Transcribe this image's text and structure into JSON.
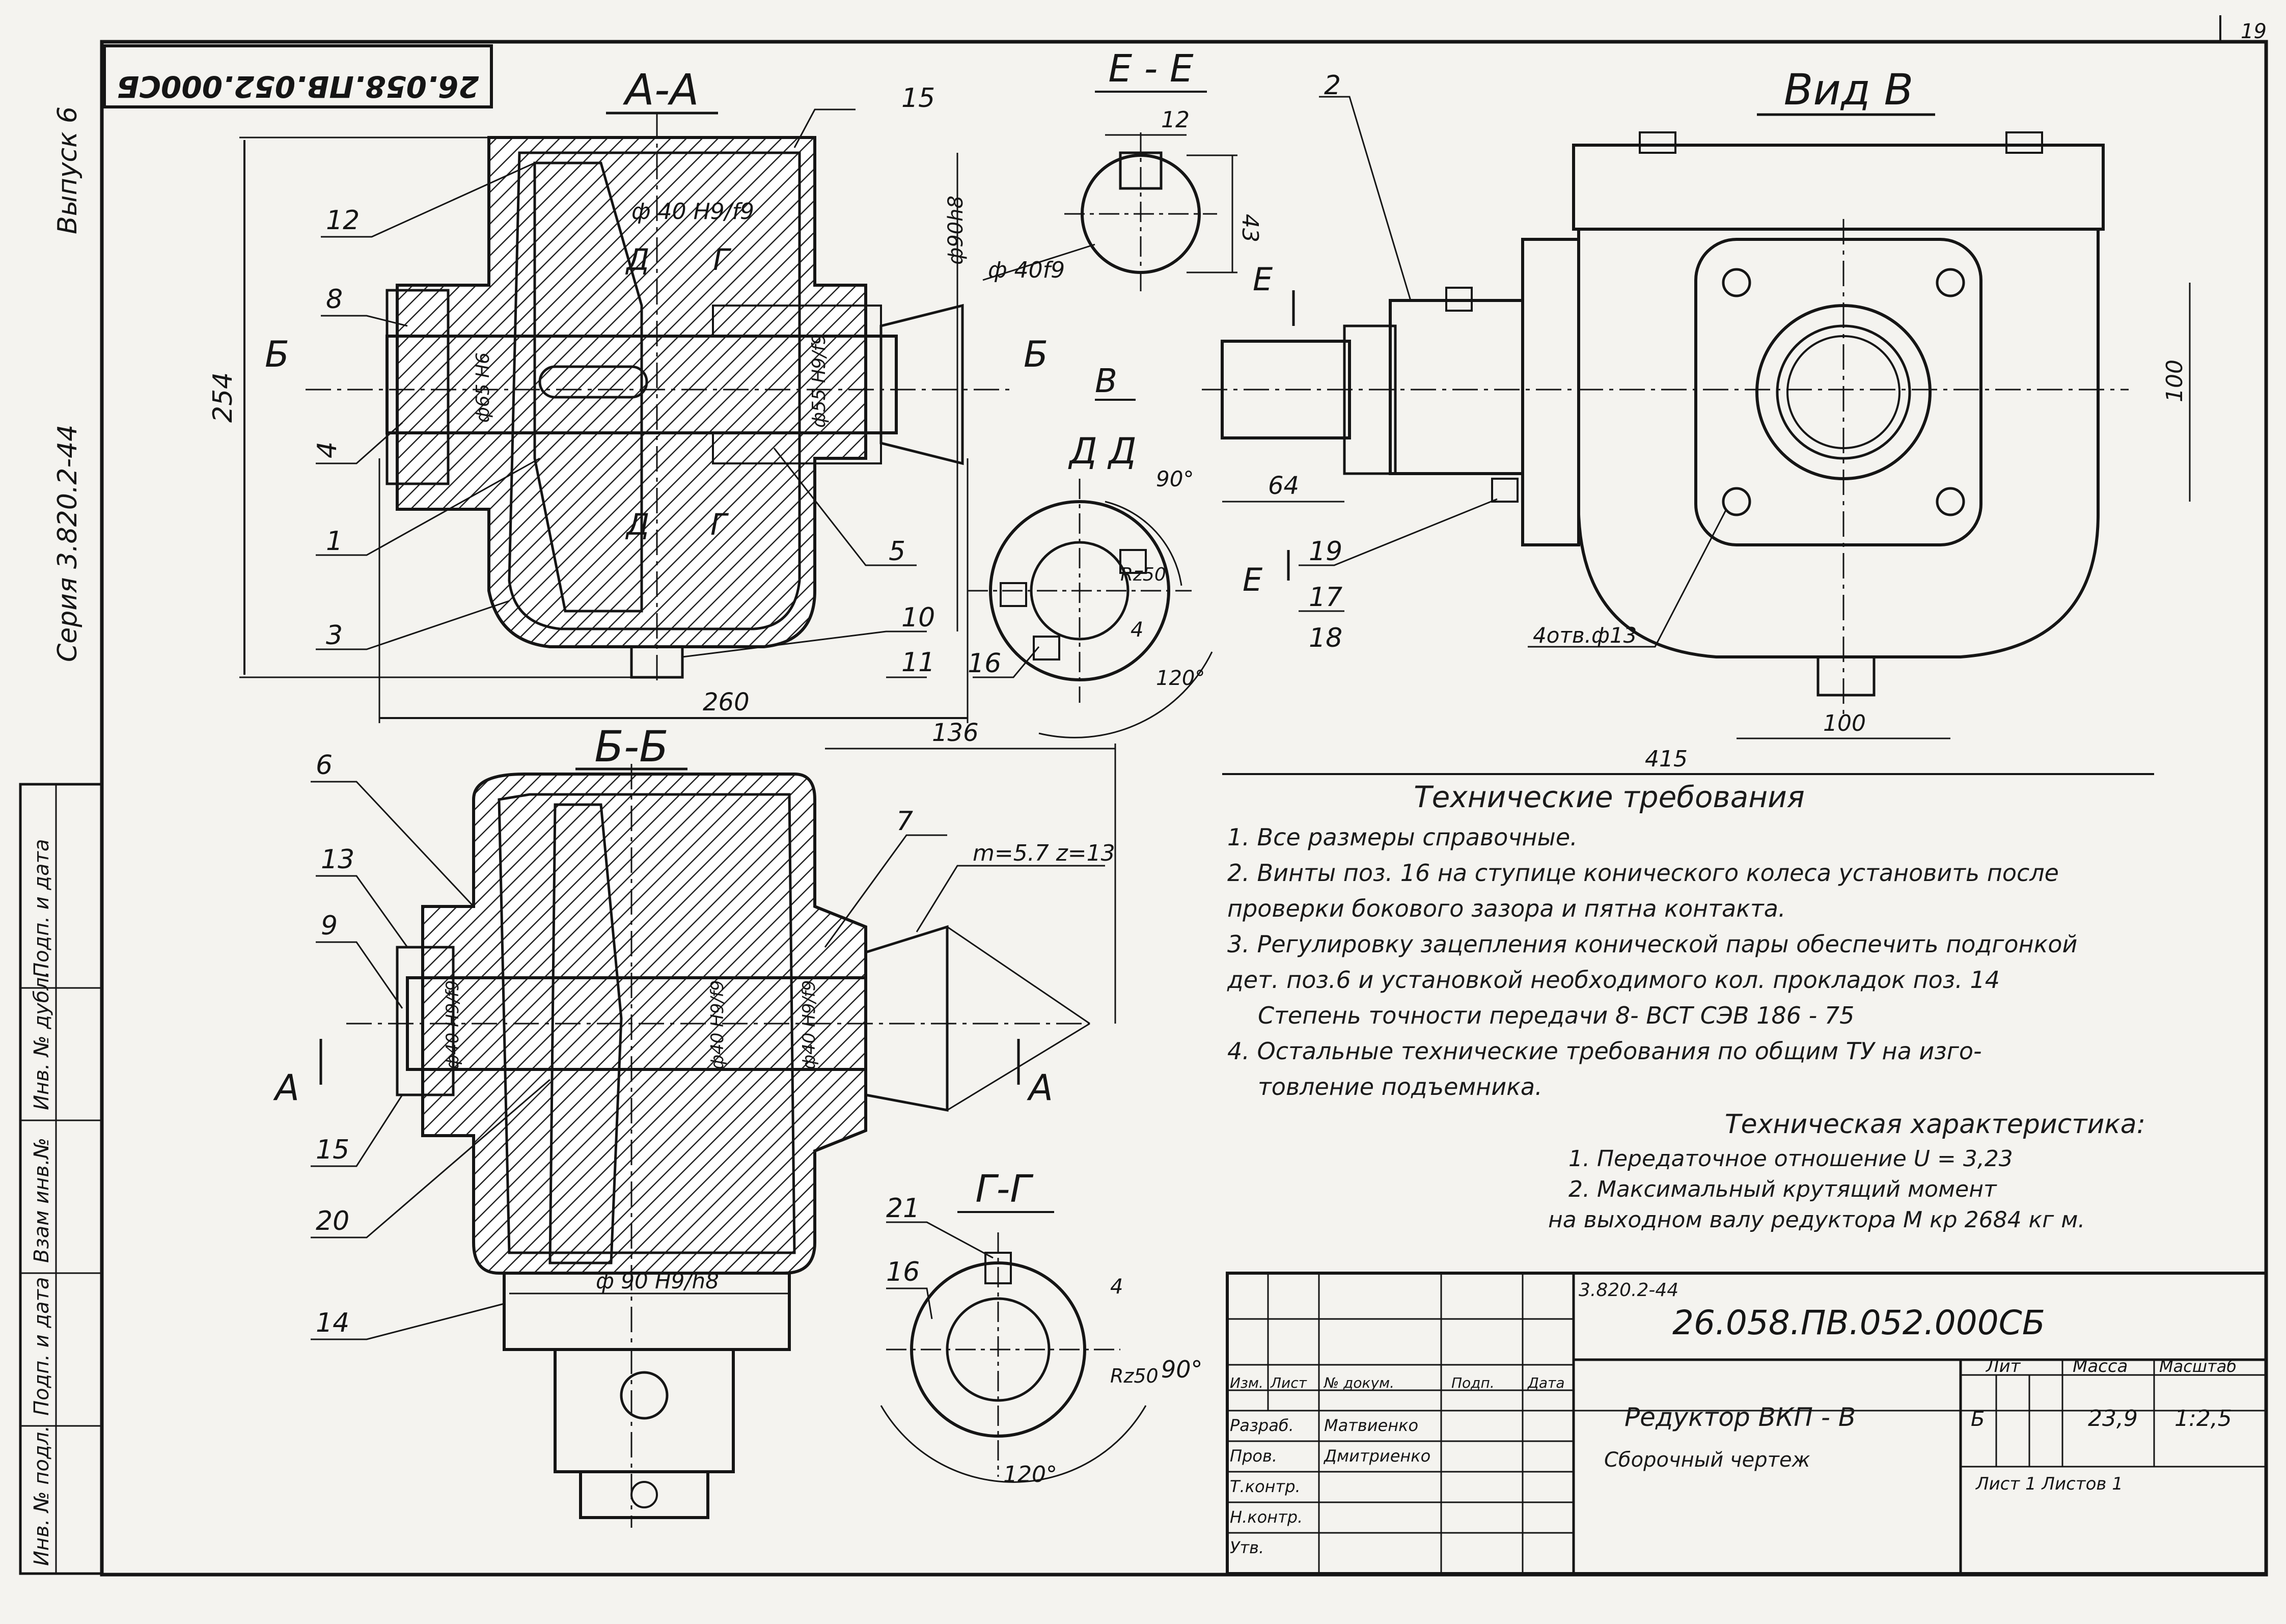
{
  "sheet_number": "19",
  "drawing_code": "26.058.ПВ.052.000СБ",
  "left_margin": {
    "vypusk": "Выпуск 6",
    "seriya": "Серия 3.820.2-44",
    "stamp_cells": [
      "Взам инв.№",
      "Инв. № дубл.",
      "Подп. и дата",
      "Подп. и дата",
      "Инв. № подл."
    ]
  },
  "views": {
    "aa": {
      "title": "А-А",
      "dims": [
        "254",
        "260",
        "ф 40 H9/f9",
        "ф90h8",
        "ф65 H6",
        "ф55 H9/f9"
      ],
      "section_marks": [
        "Б",
        "Б",
        "Д",
        "Д",
        "Г",
        "Г"
      ],
      "leaders": [
        "15",
        "12",
        "8",
        "4",
        "1",
        "3",
        "5",
        "10",
        "11"
      ]
    },
    "ee": {
      "title": "Е - Е",
      "dims": [
        "12",
        "43",
        "ф 40f9"
      ]
    },
    "dd": {
      "title": "Д Д",
      "dims": [
        "90°",
        "Rz50",
        "4",
        "120°"
      ],
      "leader": "16"
    },
    "vid_v": {
      "title": "Вид В",
      "label_v": "В",
      "label_e": [
        "Е",
        "Е"
      ],
      "leader": "2",
      "dims": [
        "64",
        "100",
        "100",
        "415",
        "4отв.ф13"
      ],
      "leaders": [
        "19",
        "17",
        "18"
      ]
    },
    "bb": {
      "title": "Б-Б",
      "dims": [
        "136",
        "m=5.7 z=13",
        "ф 90 H9/h8",
        "ф40 H9/f9",
        "ф40 H9/f9",
        "ф40 H9/f9"
      ],
      "cut_marks": [
        "А",
        "А"
      ],
      "leaders": [
        "6",
        "13",
        "9",
        "15",
        "20",
        "14",
        "7"
      ]
    },
    "gg": {
      "title": "Г-Г",
      "dims": [
        "4",
        "Rz50",
        "90°",
        "120°"
      ],
      "leaders": [
        "21",
        "16"
      ]
    }
  },
  "tech_requirements": {
    "title": "Технические требования",
    "lines": [
      "1.  Все размеры  справочные.",
      "2.  Винты поз. 16 на ступице конического колеса установить после",
      "проверки бокового зазора и пятна контакта.",
      "3.  Регулировку зацепления конической пары обеспечить подгонкой",
      "дет. поз.6 и установкой необходимого  кол. прокладок поз. 14",
      "Степень точности передачи 8- ВСТ СЭВ 186 - 75",
      "4.  Остальные технические требования по общим  ТУ  на  изго-",
      "товление подъемника."
    ]
  },
  "tech_characteristics": {
    "title": "Техническая характеристика:",
    "lines": [
      "1.  Передаточное отношение U = 3,23",
      "2.  Максимальный крутящий момент",
      "на выходном валу редуктора М кр 2684 кг м."
    ]
  },
  "title_block": {
    "series_ref": "3.820.2-44",
    "code": "26.058.ПВ.052.000СБ",
    "name_line1": "Редуктор  ВКП - В",
    "name_line2": "Сборочный  чертеж",
    "col_headers": [
      "Лит",
      "Масса",
      "Масштаб"
    ],
    "mass": "23,9",
    "scale": "1:2,5",
    "letter": "Б",
    "left_headers": [
      "Изм.",
      "Лист",
      "№ докум.",
      "Подп.",
      "Дата"
    ],
    "roles": [
      "Разраб.",
      "Пров.",
      "Т.контр.",
      "Н.контр.",
      "Утв."
    ],
    "names": [
      "Матвиенко",
      "Дмитриенко",
      "",
      "",
      ""
    ],
    "sheet_info": "Лист 1   Листов 1"
  }
}
